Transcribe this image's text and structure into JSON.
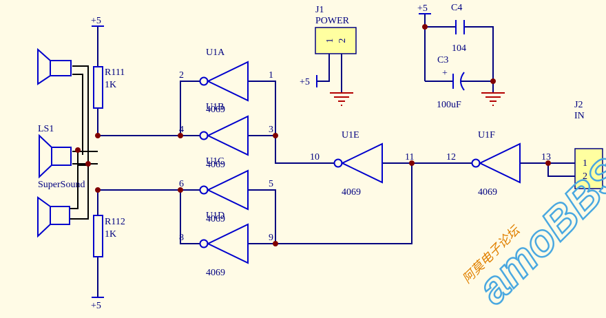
{
  "colors": {
    "background": "#fffbe6",
    "wire": "#000080",
    "symbol": "#0000cc",
    "junction": "#800000",
    "connector_fill": "#ffffa0",
    "ground": "#b30000",
    "watermark": "#4aa8e0",
    "watermark_cn": "#e08000"
  },
  "supply": {
    "top": "+5",
    "bottom": "+5",
    "j1": "+5",
    "c4": "+5"
  },
  "resistors": {
    "r111": {
      "ref": "R111",
      "value": "1K"
    },
    "r112": {
      "ref": "R112",
      "value": "1K"
    }
  },
  "speaker": {
    "ref": "LS1",
    "name": "SuperSound"
  },
  "inverters": {
    "u1a": {
      "ref": "U1A",
      "part": "4069",
      "in_pin": "2",
      "out_pin": "1"
    },
    "u1b": {
      "ref": "U1B",
      "part": "4069",
      "in_pin": "4",
      "out_pin": "3"
    },
    "u1c": {
      "ref": "U1C",
      "part": "4069",
      "in_pin": "6",
      "out_pin": "5"
    },
    "u1d": {
      "ref": "U1D",
      "part": "4069",
      "in_pin": "8",
      "out_pin": "9"
    },
    "u1e": {
      "ref": "U1E",
      "part": "4069",
      "in_pin": "10",
      "out_pin": "11"
    },
    "u1f": {
      "ref": "U1F",
      "part": "4069",
      "in_pin": "12",
      "out_pin": "13"
    }
  },
  "connectors": {
    "j1": {
      "ref": "J1",
      "name": "POWER",
      "pins": [
        "1",
        "2"
      ]
    },
    "j2": {
      "ref": "J2",
      "name": "IN",
      "pins": [
        "1",
        "2"
      ]
    }
  },
  "capacitors": {
    "c4": {
      "ref": "C4",
      "value": "104"
    },
    "c3": {
      "ref": "C3",
      "value": "100uF",
      "polarity": "+"
    }
  },
  "watermark": {
    "brand": "amoBBS",
    "cn": "阿莫电子论坛"
  }
}
